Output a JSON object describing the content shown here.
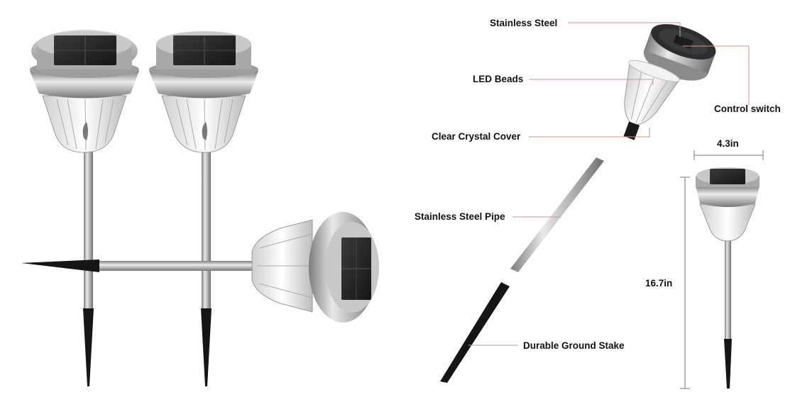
{
  "callouts": {
    "stainless_steel": "Stainless Steel",
    "led_beads": "LED Beads",
    "clear_crystal_cover": "Clear Crystal Cover",
    "stainless_steel_pipe": "Stainless Steel Pipe",
    "durable_ground_stake": "Durable Ground Stake",
    "control_switch": "Control switch"
  },
  "dimensions": {
    "width": "4.3in",
    "height": "16.7in"
  },
  "colors": {
    "steel_light": "#e2e2e2",
    "steel_dark": "#8a8a8a",
    "solar_panel": "#2b2b2b",
    "stake": "#1a1a1a",
    "leader_line": "#c89a8c"
  }
}
